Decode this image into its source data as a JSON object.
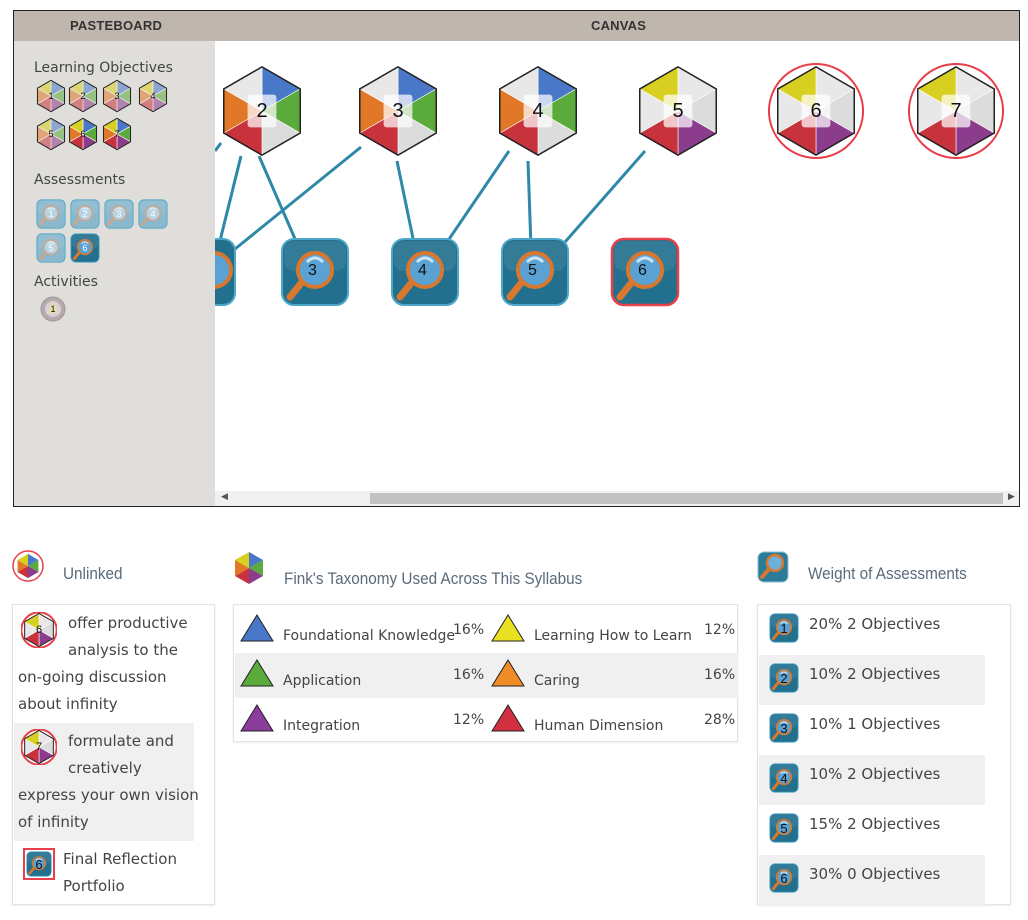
{
  "header": {
    "pasteboard_label": "PASTEBOARD",
    "canvas_label": "CANVAS"
  },
  "pasteboard": {
    "objectives_title": "Learning Objectives",
    "objectives": [
      "1",
      "2",
      "3",
      "4",
      "5",
      "6",
      "7"
    ],
    "assessments_title": "Assessments",
    "assessments": [
      "1",
      "2",
      "3",
      "4",
      "5",
      "6"
    ],
    "activities_title": "Activities",
    "activities": [
      "1"
    ]
  },
  "canvas": {
    "objective_nodes": [
      "2",
      "3",
      "4",
      "5",
      "6",
      "7"
    ],
    "assessment_nodes": [
      "3",
      "4",
      "5",
      "6"
    ],
    "selected_objectives": [
      "6",
      "7"
    ],
    "selected_assessments": [
      "6"
    ]
  },
  "colors": {
    "blue": "#4a78c8",
    "green": "#5aaa3c",
    "red": "#c8323c",
    "purple": "#8c3c8c",
    "orange": "#e07828",
    "yellow": "#d8d020",
    "teal": "#2e88a8",
    "header": "#bfb6ae",
    "pasteboard_bg": "#e0deda",
    "highlight_ring": "#e8404a"
  },
  "unlinked": {
    "title": "Unlinked",
    "items": [
      {
        "num": "6",
        "lines": [
          "offer productive",
          "analysis to the",
          "on-going discussion",
          "about infinity"
        ]
      },
      {
        "num": "7",
        "lines": [
          "formulate and",
          "creatively",
          "express your own vision",
          "of infinity"
        ]
      },
      {
        "num": "6",
        "lines": [
          "Final Reflection",
          "Portfolio"
        ]
      }
    ]
  },
  "fink": {
    "title": "Fink's Taxonomy Used Across This Syllabus",
    "items": [
      {
        "label": "Foundational Knowledge",
        "pct": "16%",
        "color": "#4a78c8"
      },
      {
        "label": "Learning How to Learn",
        "pct": "12%",
        "color": "#e8e020"
      },
      {
        "label": "Application",
        "pct": "16%",
        "color": "#5aaa3c"
      },
      {
        "label": "Caring",
        "pct": "16%",
        "color": "#f08c28"
      },
      {
        "label": "Integration",
        "pct": "12%",
        "color": "#8c3c9c"
      },
      {
        "label": "Human Dimension",
        "pct": "28%",
        "color": "#d03040"
      }
    ]
  },
  "weights": {
    "title": "Weight of Assessments",
    "items": [
      {
        "num": "1",
        "text": "20% 2 Objectives"
      },
      {
        "num": "2",
        "text": "10% 2 Objectives"
      },
      {
        "num": "3",
        "text": "10% 1 Objectives"
      },
      {
        "num": "4",
        "text": "10% 2 Objectives"
      },
      {
        "num": "5",
        "text": "15% 2 Objectives"
      },
      {
        "num": "6",
        "text": "30% 0 Objectives"
      }
    ]
  }
}
